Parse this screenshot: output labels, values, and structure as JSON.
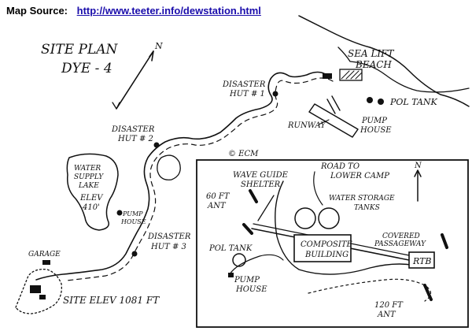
{
  "source": {
    "label": "Map Source:",
    "url": "http://www.teeter.info/dewstation.html"
  },
  "map": {
    "title_line1": "SITE PLAN",
    "title_line2": "DYE - 4",
    "north_arrow": "N",
    "labels": {
      "sea_lift_beach_1": "SEA LIFT",
      "sea_lift_beach_2": "BEACH",
      "disaster_hut_1_a": "DISASTER",
      "disaster_hut_1_b": "HUT # 1",
      "disaster_hut_2_a": "DISASTER",
      "disaster_hut_2_b": "HUT # 2",
      "disaster_hut_3_a": "DISASTER",
      "disaster_hut_3_b": "HUT # 3",
      "pol_tank_top": "POL TANK",
      "runway": "RUNWAY",
      "pump_house_top_1": "PUMP",
      "pump_house_top_2": "HOUSE",
      "copyright": "© ECM",
      "water_supply_1": "WATER",
      "water_supply_2": "SUPPLY",
      "water_supply_3": "LAKE",
      "elev_lake_1": "ELEV",
      "elev_lake_2": "410'",
      "pump_house_lake_1": "PUMP",
      "pump_house_lake_2": "HOUSE",
      "garage": "GARAGE",
      "site_elev": "SITE ELEV 1081 FT"
    },
    "inset": {
      "wave_guide_1": "WAVE GUIDE",
      "wave_guide_2": "SHELTER",
      "road_1": "ROAD TO",
      "road_2": "LOWER CAMP",
      "ant_60_1": "60 FT",
      "ant_60_2": "ANT",
      "water_tanks_1": "WATER STORAGE",
      "water_tanks_2": "TANKS",
      "covered_1": "COVERED",
      "covered_2": "PASSAGEWAY",
      "pol_tank": "POL TANK",
      "composite_1": "COMPOSITE",
      "composite_2": "BUILDING",
      "rtb": "RTB",
      "pump_house_1": "PUMP",
      "pump_house_2": "HOUSE",
      "ant_120_1": "120 FT",
      "ant_120_2": "ANT",
      "north": "N"
    }
  }
}
